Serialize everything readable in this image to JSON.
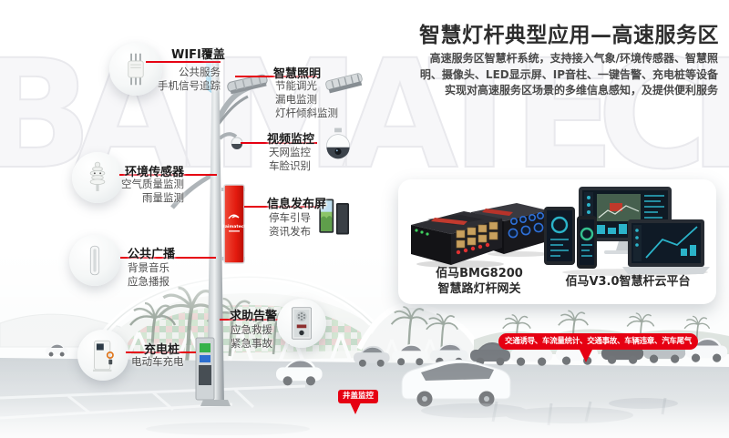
{
  "watermark": "BAIMATECH",
  "header": {
    "title": "智慧灯杆典型应用—高速服务区",
    "intro_lines": [
      "高速服务区智慧杆系统，支持接入气象/环境传感器、智慧照",
      "明、摄像头、LED显示屏、IP音柱、一键告警、充电桩等设备",
      "实现对高速服务区场景的多维信息感知，及提供便利服务"
    ]
  },
  "colors": {
    "accent_red": "#e60012",
    "title_text": "#2d2d2d",
    "sub_text": "#4e4e4e"
  },
  "pole": {
    "banner_logo": "Baimatech"
  },
  "callouts": {
    "wifi": {
      "title": "WIFI覆盖",
      "subs": [
        "公共服务",
        "手机信号追踪"
      ],
      "icon": "wifi-ap"
    },
    "lighting": {
      "title": "智慧照明",
      "subs": [
        "节能调光",
        "漏电监测",
        "灯杆倾斜监测"
      ],
      "icon": "led-streetlight"
    },
    "video": {
      "title": "视频监控",
      "subs": [
        "天网监控",
        "车脸识别"
      ],
      "icon": "dome-camera"
    },
    "env": {
      "title": "环境传感器",
      "subs": [
        "空气质量监测",
        "雨量监测"
      ],
      "icon": "weather-sensor"
    },
    "display": {
      "title": "信息发布屏",
      "subs": [
        "停车引导",
        "资讯发布"
      ],
      "icon": "led-display"
    },
    "broadcast": {
      "title": "公共广播",
      "subs": [
        "背景音乐",
        "应急播报"
      ],
      "icon": "column-speaker"
    },
    "sos": {
      "title": "求助告警",
      "subs": [
        "应急救援",
        "紧急事故"
      ],
      "icon": "sos-intercom"
    },
    "charging": {
      "title": "充电桩",
      "subs": [
        "电动车充电"
      ],
      "icon": "ev-charger"
    }
  },
  "products": {
    "gateway": {
      "name_line1": "佰马BMG8200",
      "name_line2": "智慧路灯杆网关"
    },
    "platform": {
      "name": "佰马V3.0智慧杆云平台"
    }
  },
  "badges": {
    "traffic": "交通诱导、车流量统计、交通事故、车辆违章、汽车尾气",
    "manhole": "井盖监控"
  }
}
